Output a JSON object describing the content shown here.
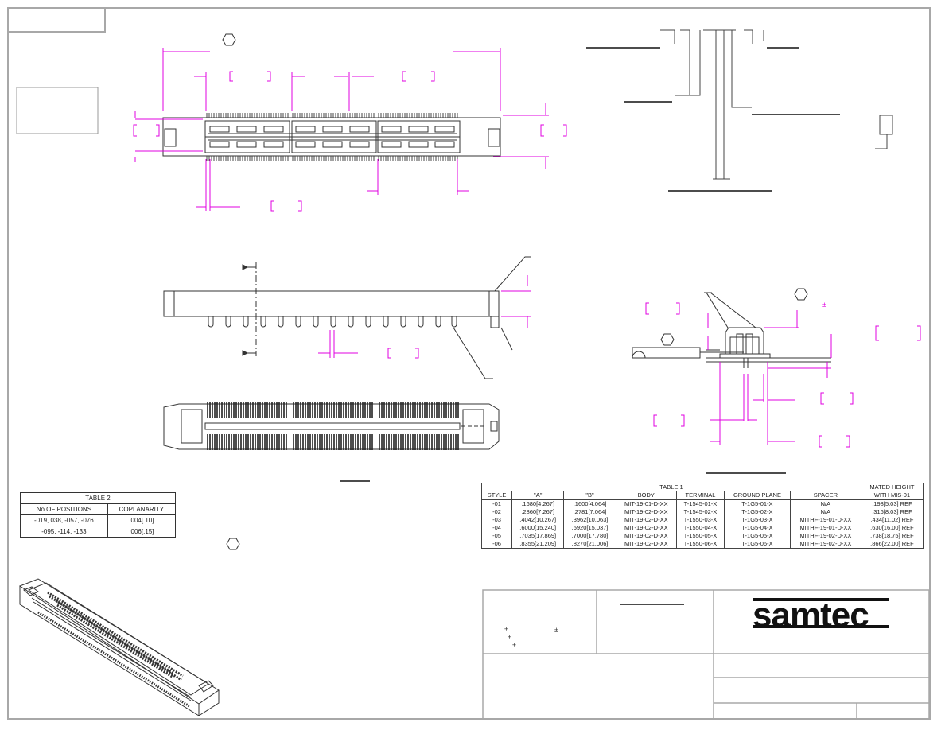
{
  "drawing": {
    "border_color": "#999999",
    "dim_color": "#e000e0",
    "line_color": "#333333"
  },
  "table1": {
    "title": "TABLE 1",
    "mated_header": "MATED HEIGHT",
    "mated_sub": "WITH MIS-01",
    "columns": [
      "STYLE",
      "\"A\"",
      "\"B\"",
      "BODY",
      "TERMINAL",
      "GROUND PLANE",
      "SPACER"
    ],
    "rows": [
      [
        "-01",
        ".1680[4.267]",
        ".1600[4.064]",
        "MIT-19-01-D-XX",
        "T-1545-01-X",
        "T-1G5-01-X",
        "N/A",
        ".198[5.03] REF"
      ],
      [
        "-02",
        ".2860[7.267]",
        ".2781[7.064]",
        "MIT-19-02-D-XX",
        "T-1545-02-X",
        "T-1G5-02-X",
        "N/A",
        ".316[8.03] REF"
      ],
      [
        "-03",
        ".4042[10.267]",
        ".3962[10.063]",
        "MIT-19-02-D-XX",
        "T-1550-03-X",
        "T-1G5-03-X",
        "MITHF-19-01-D-XX",
        ".434[11.02] REF"
      ],
      [
        "-04",
        ".6000[15.240]",
        ".5920[15.037]",
        "MIT-19-02-D-XX",
        "T-1550-04-X",
        "T-1G5-04-X",
        "MITHF-19-01-D-XX",
        ".630[16.00] REF"
      ],
      [
        "-05",
        ".7035[17.869]",
        ".7000[17.780]",
        "MIT-19-02-D-XX",
        "T-1550-05-X",
        "T-1G5-05-X",
        "MITHF-19-02-D-XX",
        ".738[18.75] REF"
      ],
      [
        "-06",
        ".8355[21.209]",
        ".8270[21.006]",
        "MIT-19-02-D-XX",
        "T-1550-06-X",
        "T-1G5-06-X",
        "MITHF-19-02-D-XX",
        ".866[22.00] REF"
      ]
    ]
  },
  "table2": {
    "title": "TABLE 2",
    "columns": [
      "No OF POSITIONS",
      "COPLANARITY"
    ],
    "rows": [
      [
        "-019, 038, -057, -076",
        ".004[.10]"
      ],
      [
        "-095, -114, -133",
        ".006[.15]"
      ]
    ]
  },
  "title_block": {
    "logo": "samtec"
  },
  "tolerance_symbols": [
    "±",
    "±",
    "±",
    "±",
    "±"
  ]
}
